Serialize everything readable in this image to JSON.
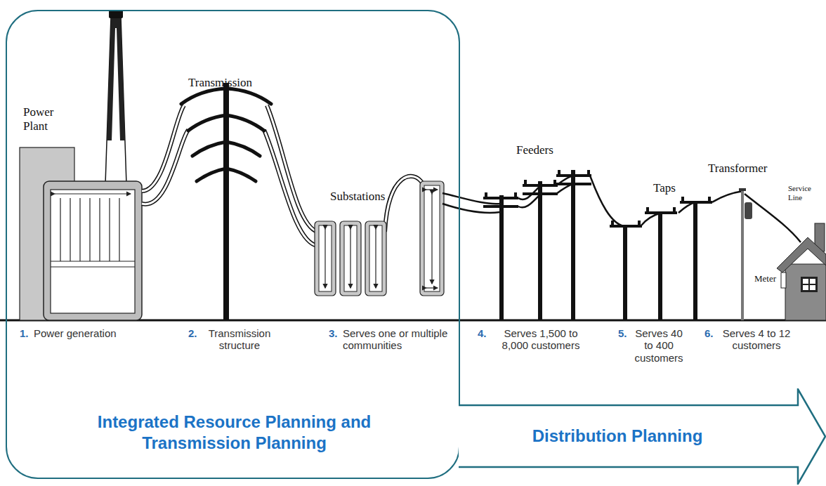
{
  "diagram": {
    "nodes": [
      {
        "text": [
          "Integrated Resource Planning and Transmission Planning"
        ]
      },
      {
        "text": [
          "Distribution Planning"
        ]
      }
    ],
    "labels": [
      "Power Plant",
      "Transmission",
      "Substations",
      "Feeders",
      "Taps",
      "Transformer",
      "Service Line",
      "Meter",
      "1.",
      "Power generation",
      "2.",
      "Transmission structure",
      "3.",
      "Serves one or multiple communities",
      "4.",
      "Serves 1,500 to 8,000 customers",
      "5.",
      "Serves 40 to 400 customers",
      "6.",
      "Serves 4 to 12 customers"
    ]
  }
}
